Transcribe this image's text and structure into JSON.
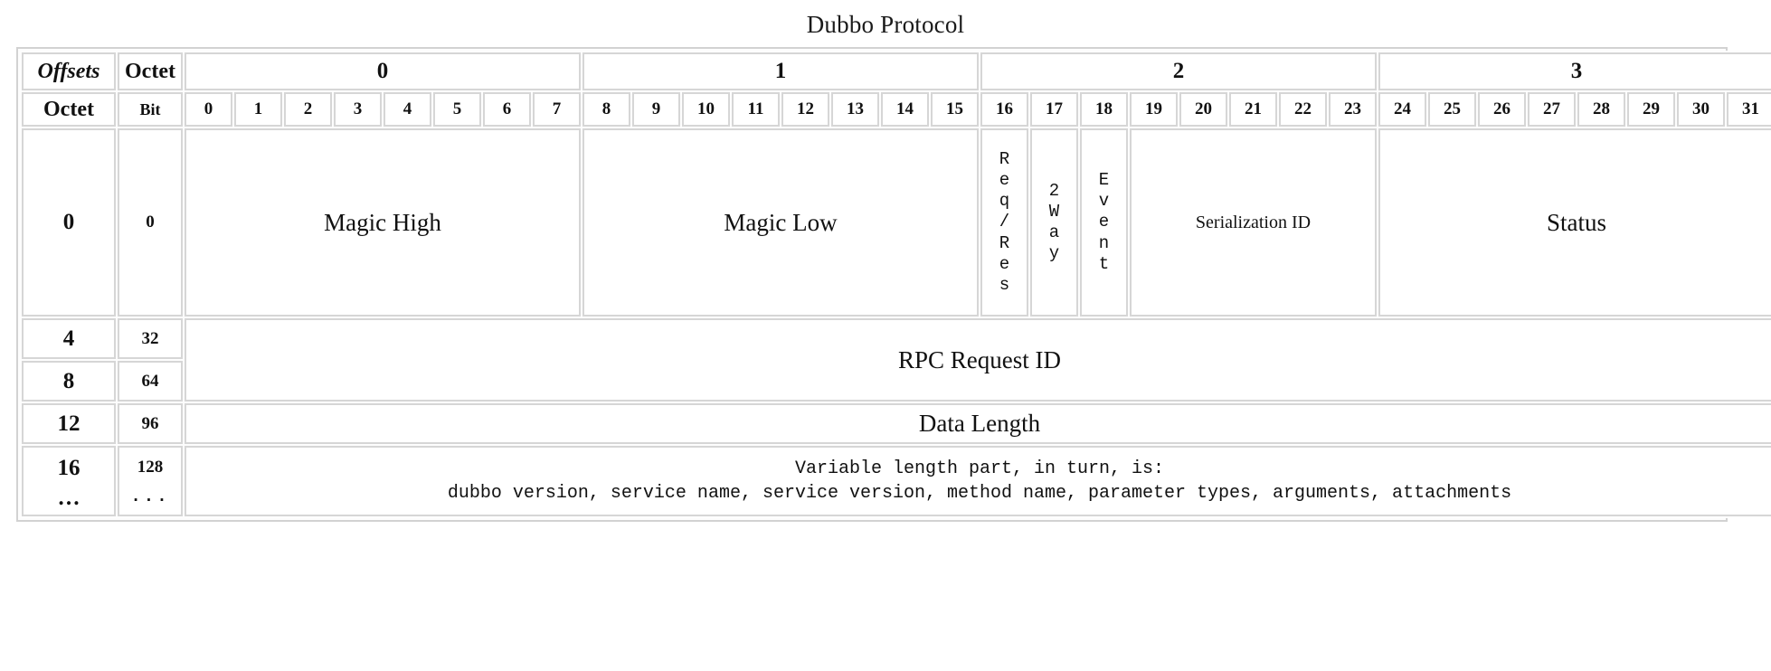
{
  "title": "Dubbo Protocol",
  "header": {
    "offsets_label": "Offsets",
    "octet_label_top": "Octet",
    "octet_label": "Octet",
    "bit_label": "Bit",
    "octet_groups": [
      "0",
      "1",
      "2",
      "3"
    ],
    "bits": [
      "0",
      "1",
      "2",
      "3",
      "4",
      "5",
      "6",
      "7",
      "8",
      "9",
      "10",
      "11",
      "12",
      "13",
      "14",
      "15",
      "16",
      "17",
      "18",
      "19",
      "20",
      "21",
      "22",
      "23",
      "24",
      "25",
      "26",
      "27",
      "28",
      "29",
      "30",
      "31"
    ]
  },
  "rows": [
    {
      "octet": "0",
      "bit": "0",
      "fields": [
        {
          "name": "Magic High",
          "style": "serif",
          "bits": 8
        },
        {
          "name": "Magic Low",
          "style": "serif",
          "bits": 8
        },
        {
          "name": "Req/Res",
          "style": "vertical",
          "bits": 1
        },
        {
          "name": "2Way",
          "style": "vertical",
          "bits": 1
        },
        {
          "name": "Event",
          "style": "vertical",
          "bits": 1
        },
        {
          "name": "Serialization ID",
          "style": "mono",
          "bits": 5
        },
        {
          "name": "Status",
          "style": "serif",
          "bits": 8
        }
      ]
    },
    {
      "octet": "4",
      "bit": "32",
      "fields": [
        {
          "name": "RPC Request ID",
          "style": "serif",
          "bits": 32
        }
      ]
    },
    {
      "octet": "8",
      "bit": "64",
      "fields": []
    },
    {
      "octet": "12",
      "bit": "96",
      "fields": [
        {
          "name": "Data Length",
          "style": "serif",
          "bits": 32
        }
      ]
    },
    {
      "octet": "16",
      "octet_continuation": "…",
      "bit": "128",
      "bit_continuation": "...",
      "fields": [
        {
          "name": "Variable length part",
          "style": "mono-multiline",
          "line1": "Variable length part, in turn, is:",
          "line2": "dubbo version, service name, service version, method name, parameter types, arguments, attachments",
          "bits": 32
        }
      ]
    }
  ],
  "colors": {
    "border": "#d6d6d6",
    "outer_border": "#d2d2d2",
    "text": "#111111",
    "background": "#ffffff"
  }
}
